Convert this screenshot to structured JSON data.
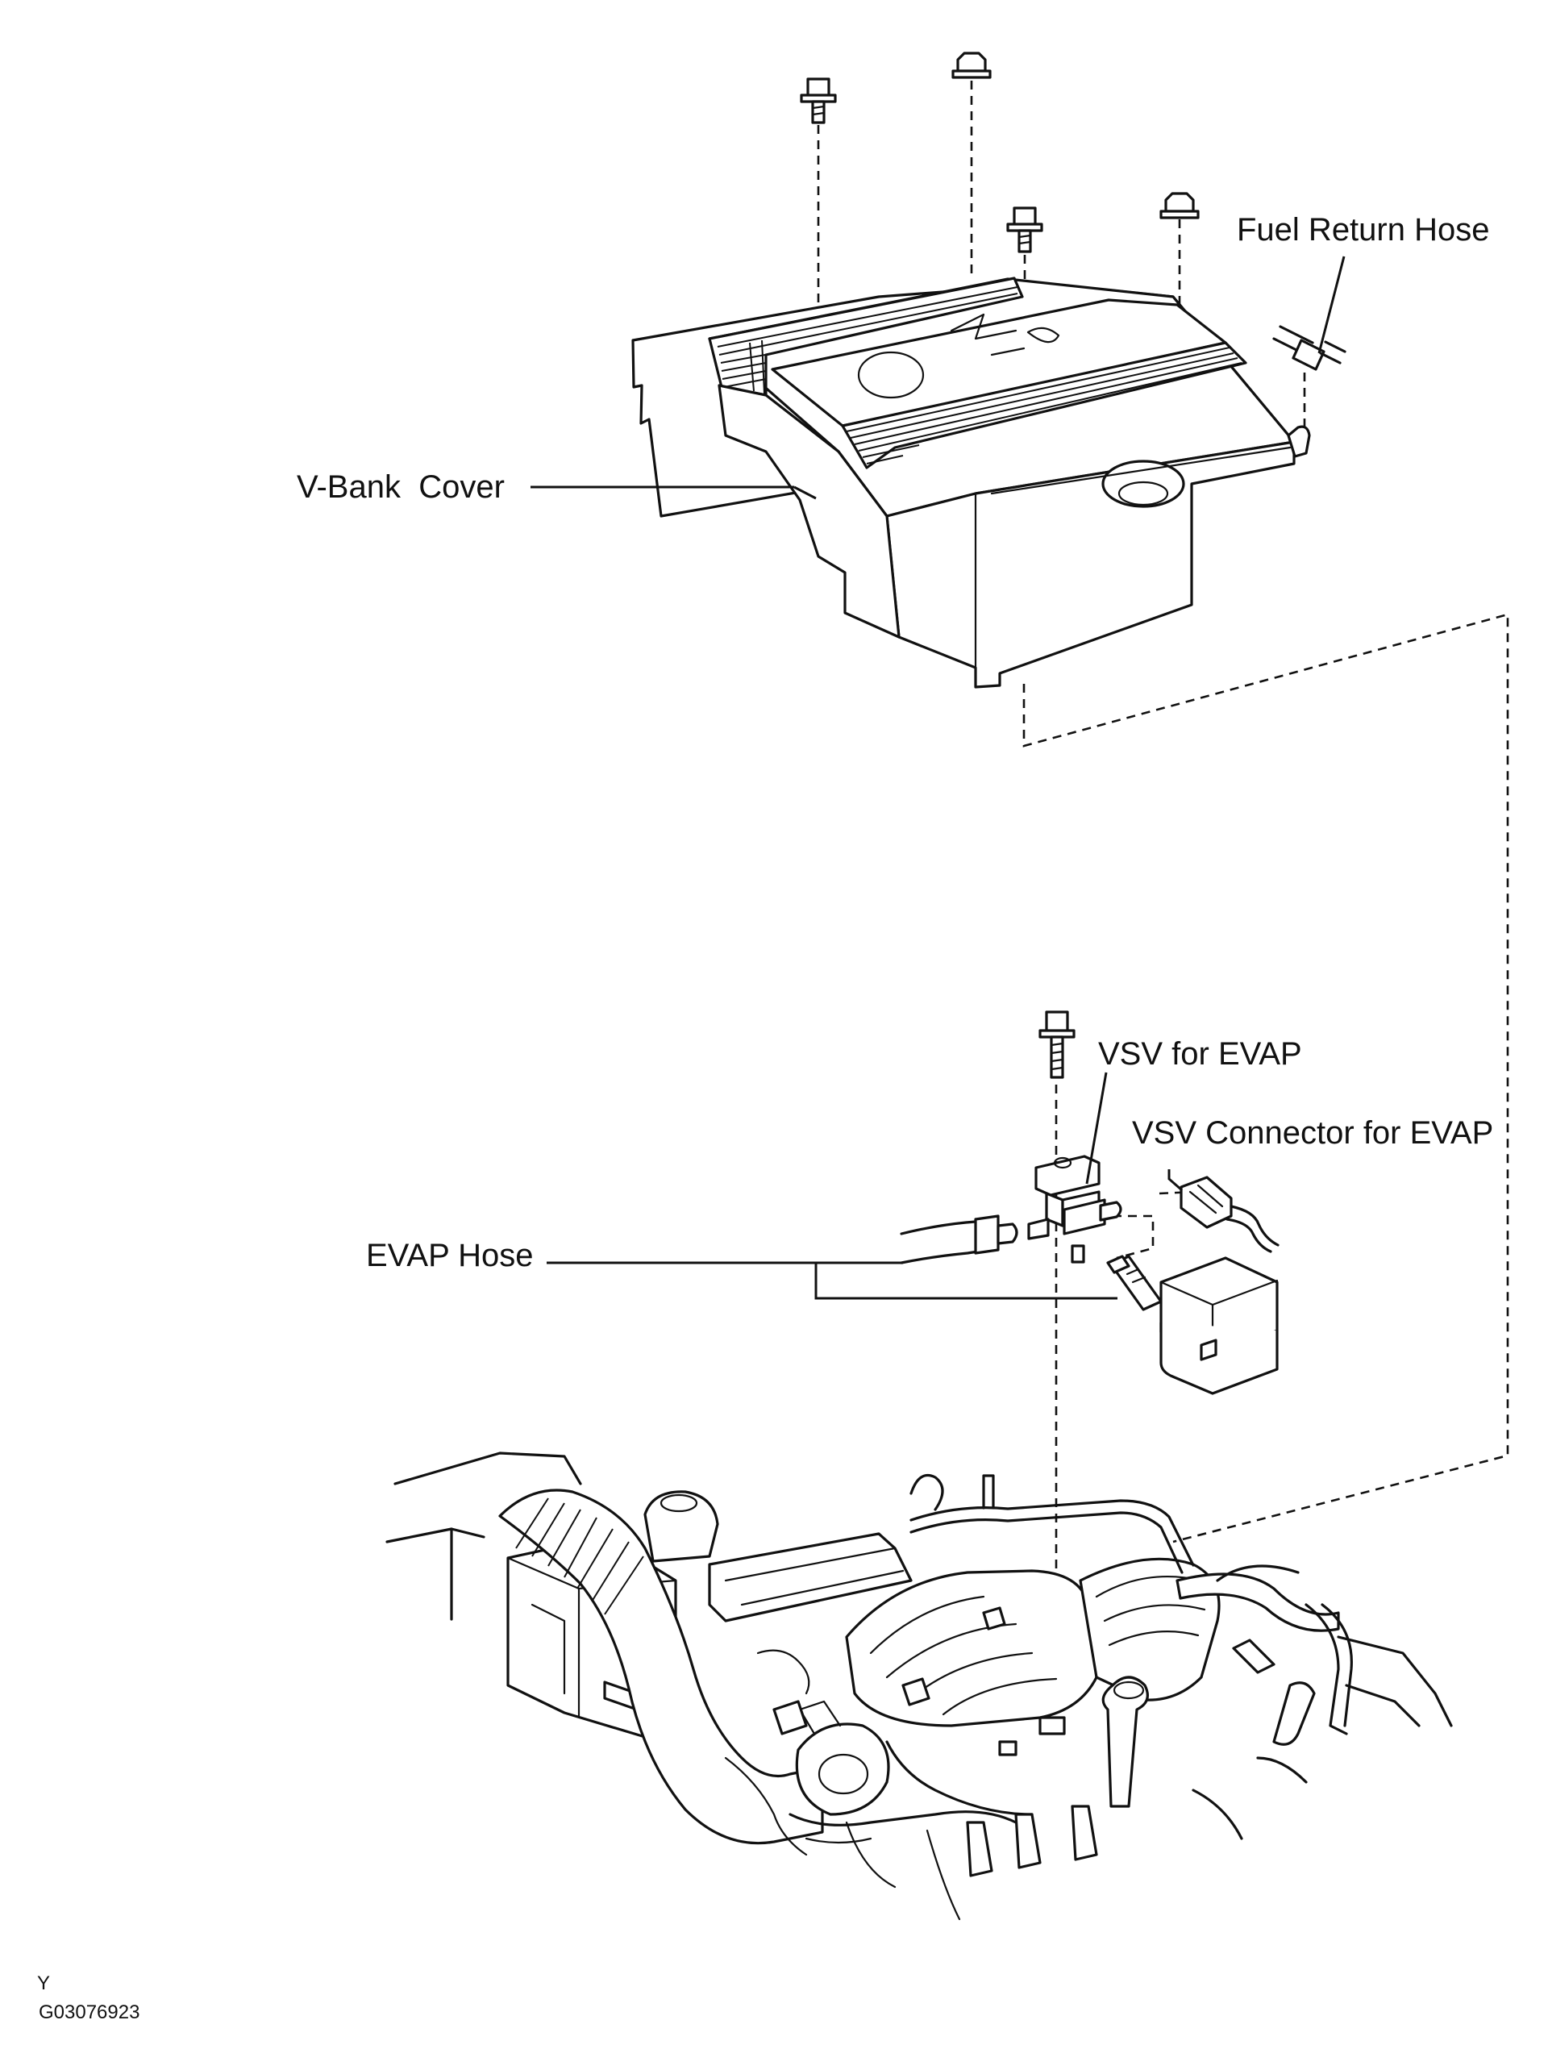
{
  "labels": {
    "v_bank_cover": "V-Bank  Cover",
    "fuel_return_hose": "Fuel Return Hose",
    "vsv_for_evap": "VSV for EVAP",
    "vsv_connector_for_evap": "VSV Connector for EVAP",
    "evap_hose": "EVAP Hose"
  },
  "footer": {
    "code_letter": "Y",
    "figure_id": "G03076923"
  },
  "colors": {
    "line": "#111111",
    "background": "#ffffff"
  }
}
